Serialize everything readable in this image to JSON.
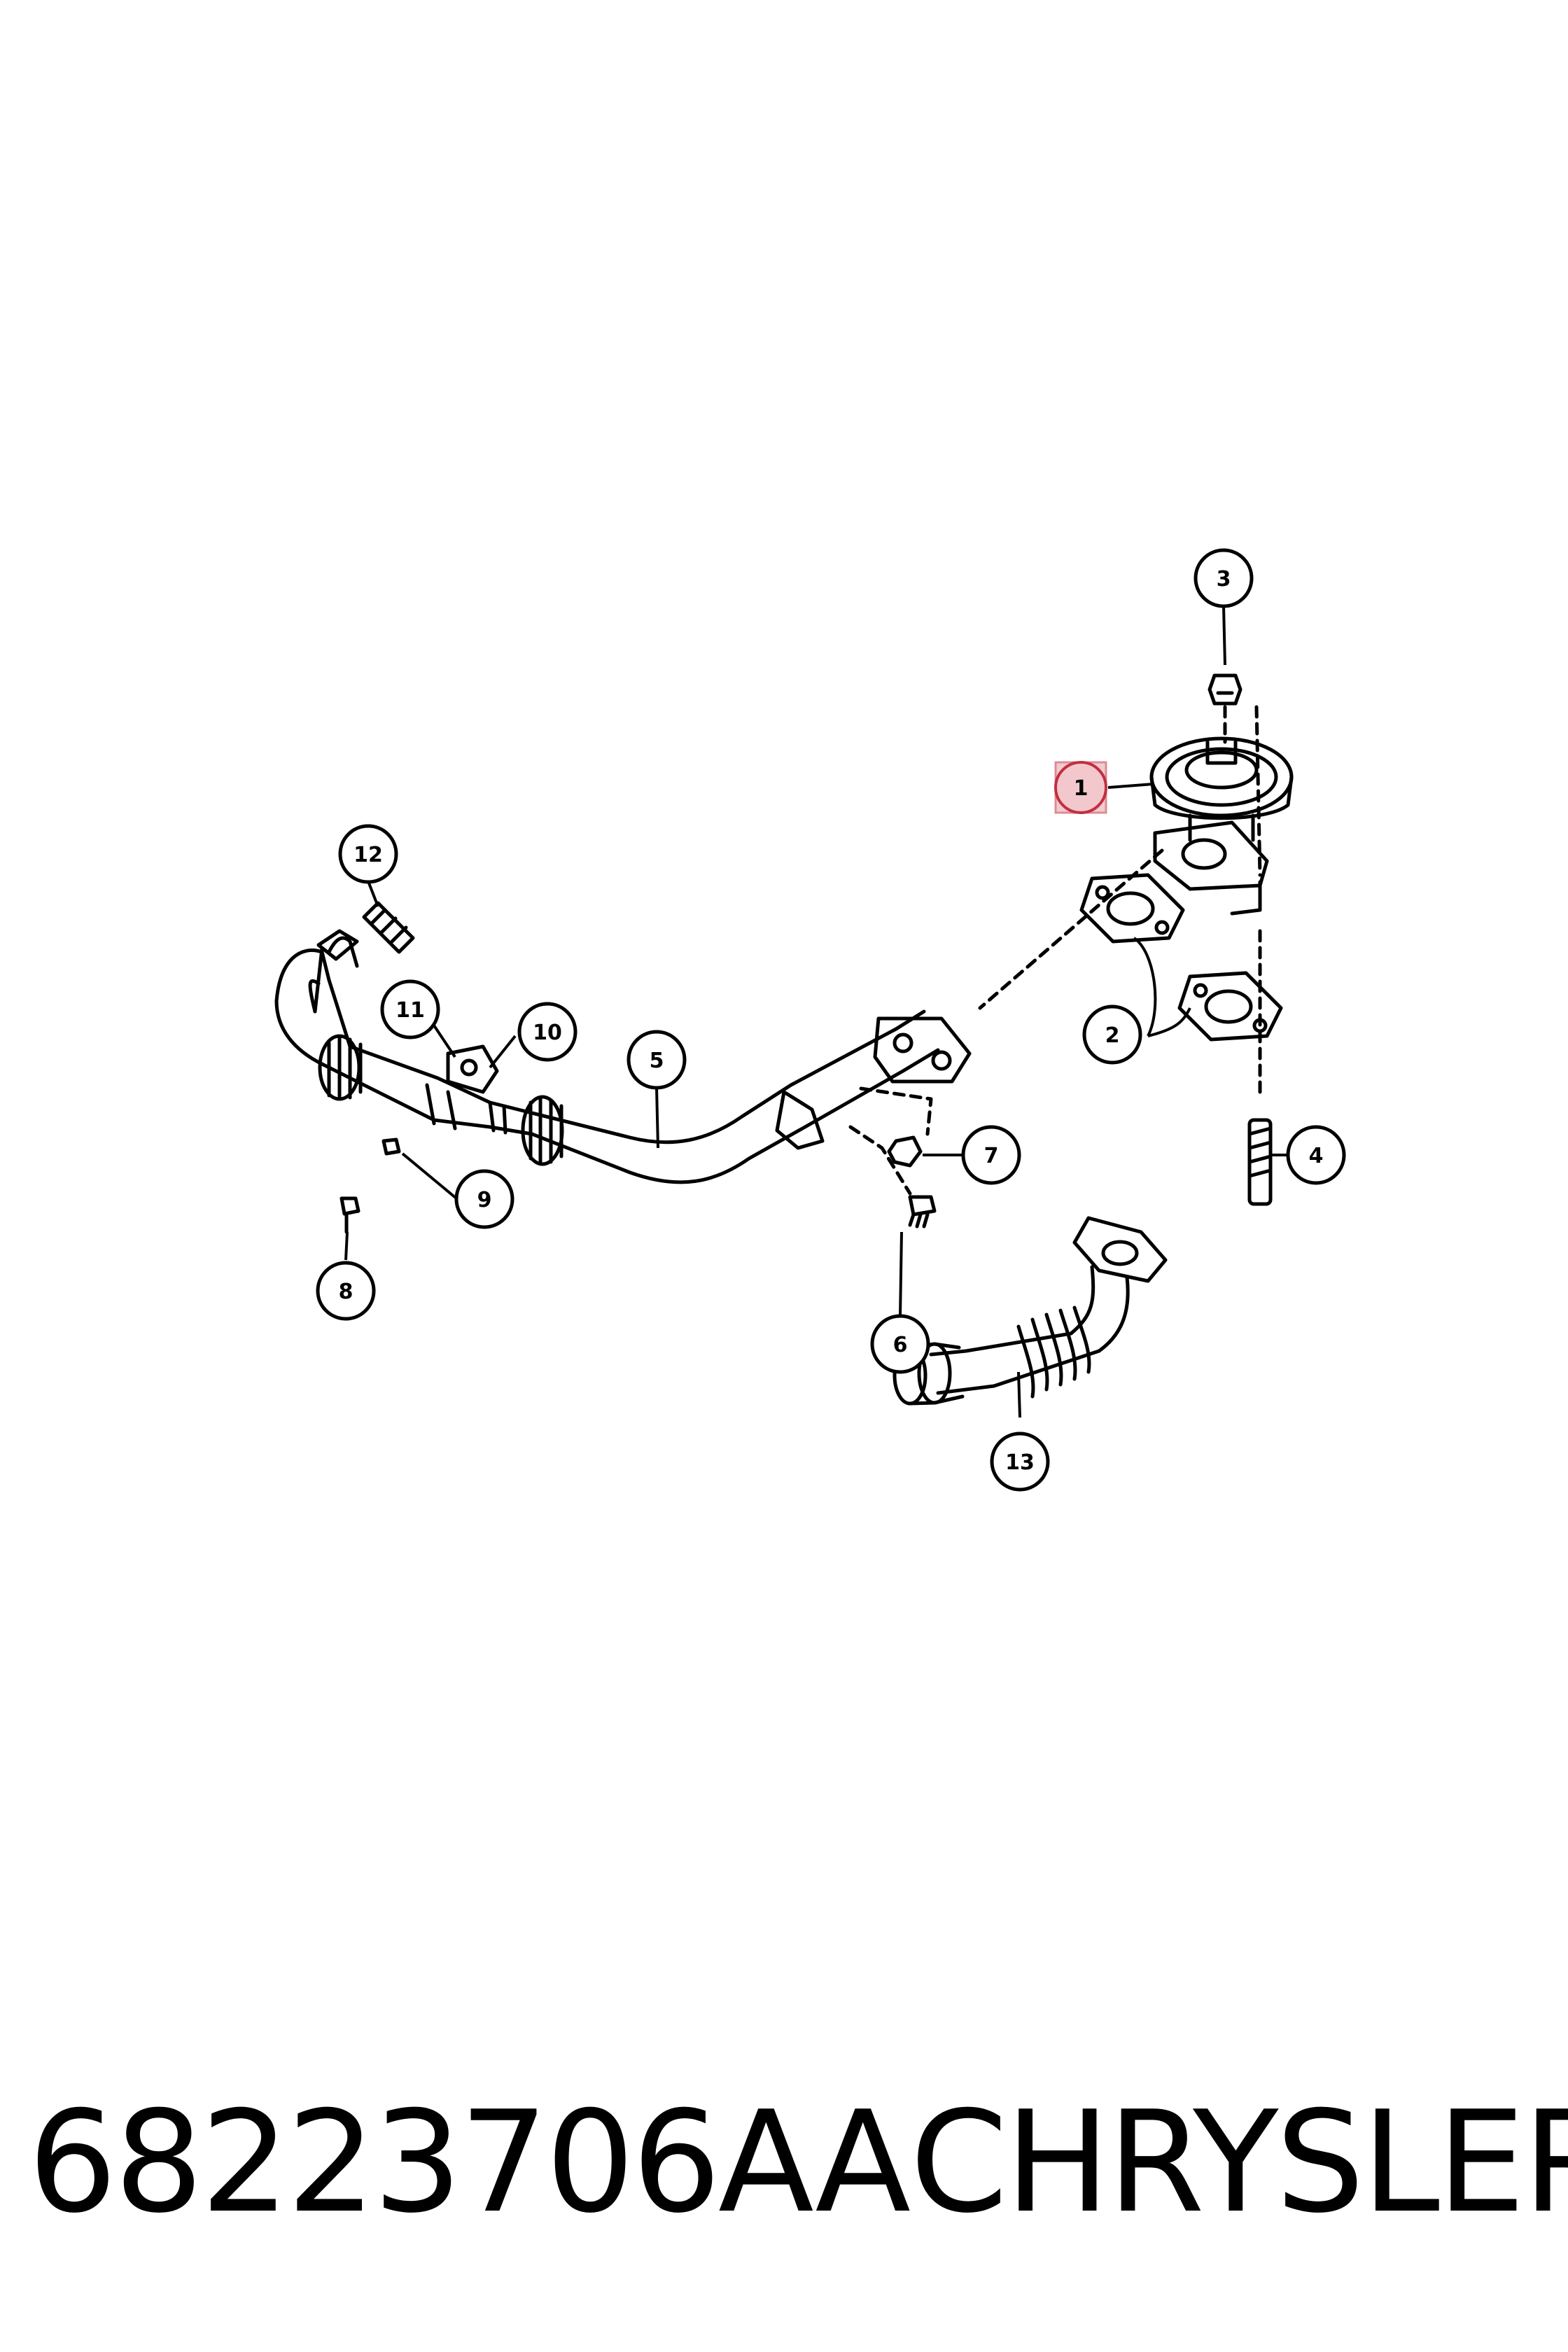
{
  "diagram": {
    "callouts": [
      {
        "id": "c1",
        "label": "1",
        "highlighted": true
      },
      {
        "id": "c2",
        "label": "2"
      },
      {
        "id": "c3",
        "label": "3"
      },
      {
        "id": "c4",
        "label": "4"
      },
      {
        "id": "c5",
        "label": "5"
      },
      {
        "id": "c6",
        "label": "6"
      },
      {
        "id": "c7",
        "label": "7"
      },
      {
        "id": "c8",
        "label": "8"
      },
      {
        "id": "c9",
        "label": "9"
      },
      {
        "id": "c10",
        "label": "10"
      },
      {
        "id": "c11",
        "label": "11"
      },
      {
        "id": "c12",
        "label": "12"
      },
      {
        "id": "c13",
        "label": "13"
      }
    ],
    "highlight_color": "#e8a0a8",
    "line_color": "#000000"
  },
  "footer": {
    "part_number": "68223706AA",
    "brand": "CHRYSLER"
  }
}
